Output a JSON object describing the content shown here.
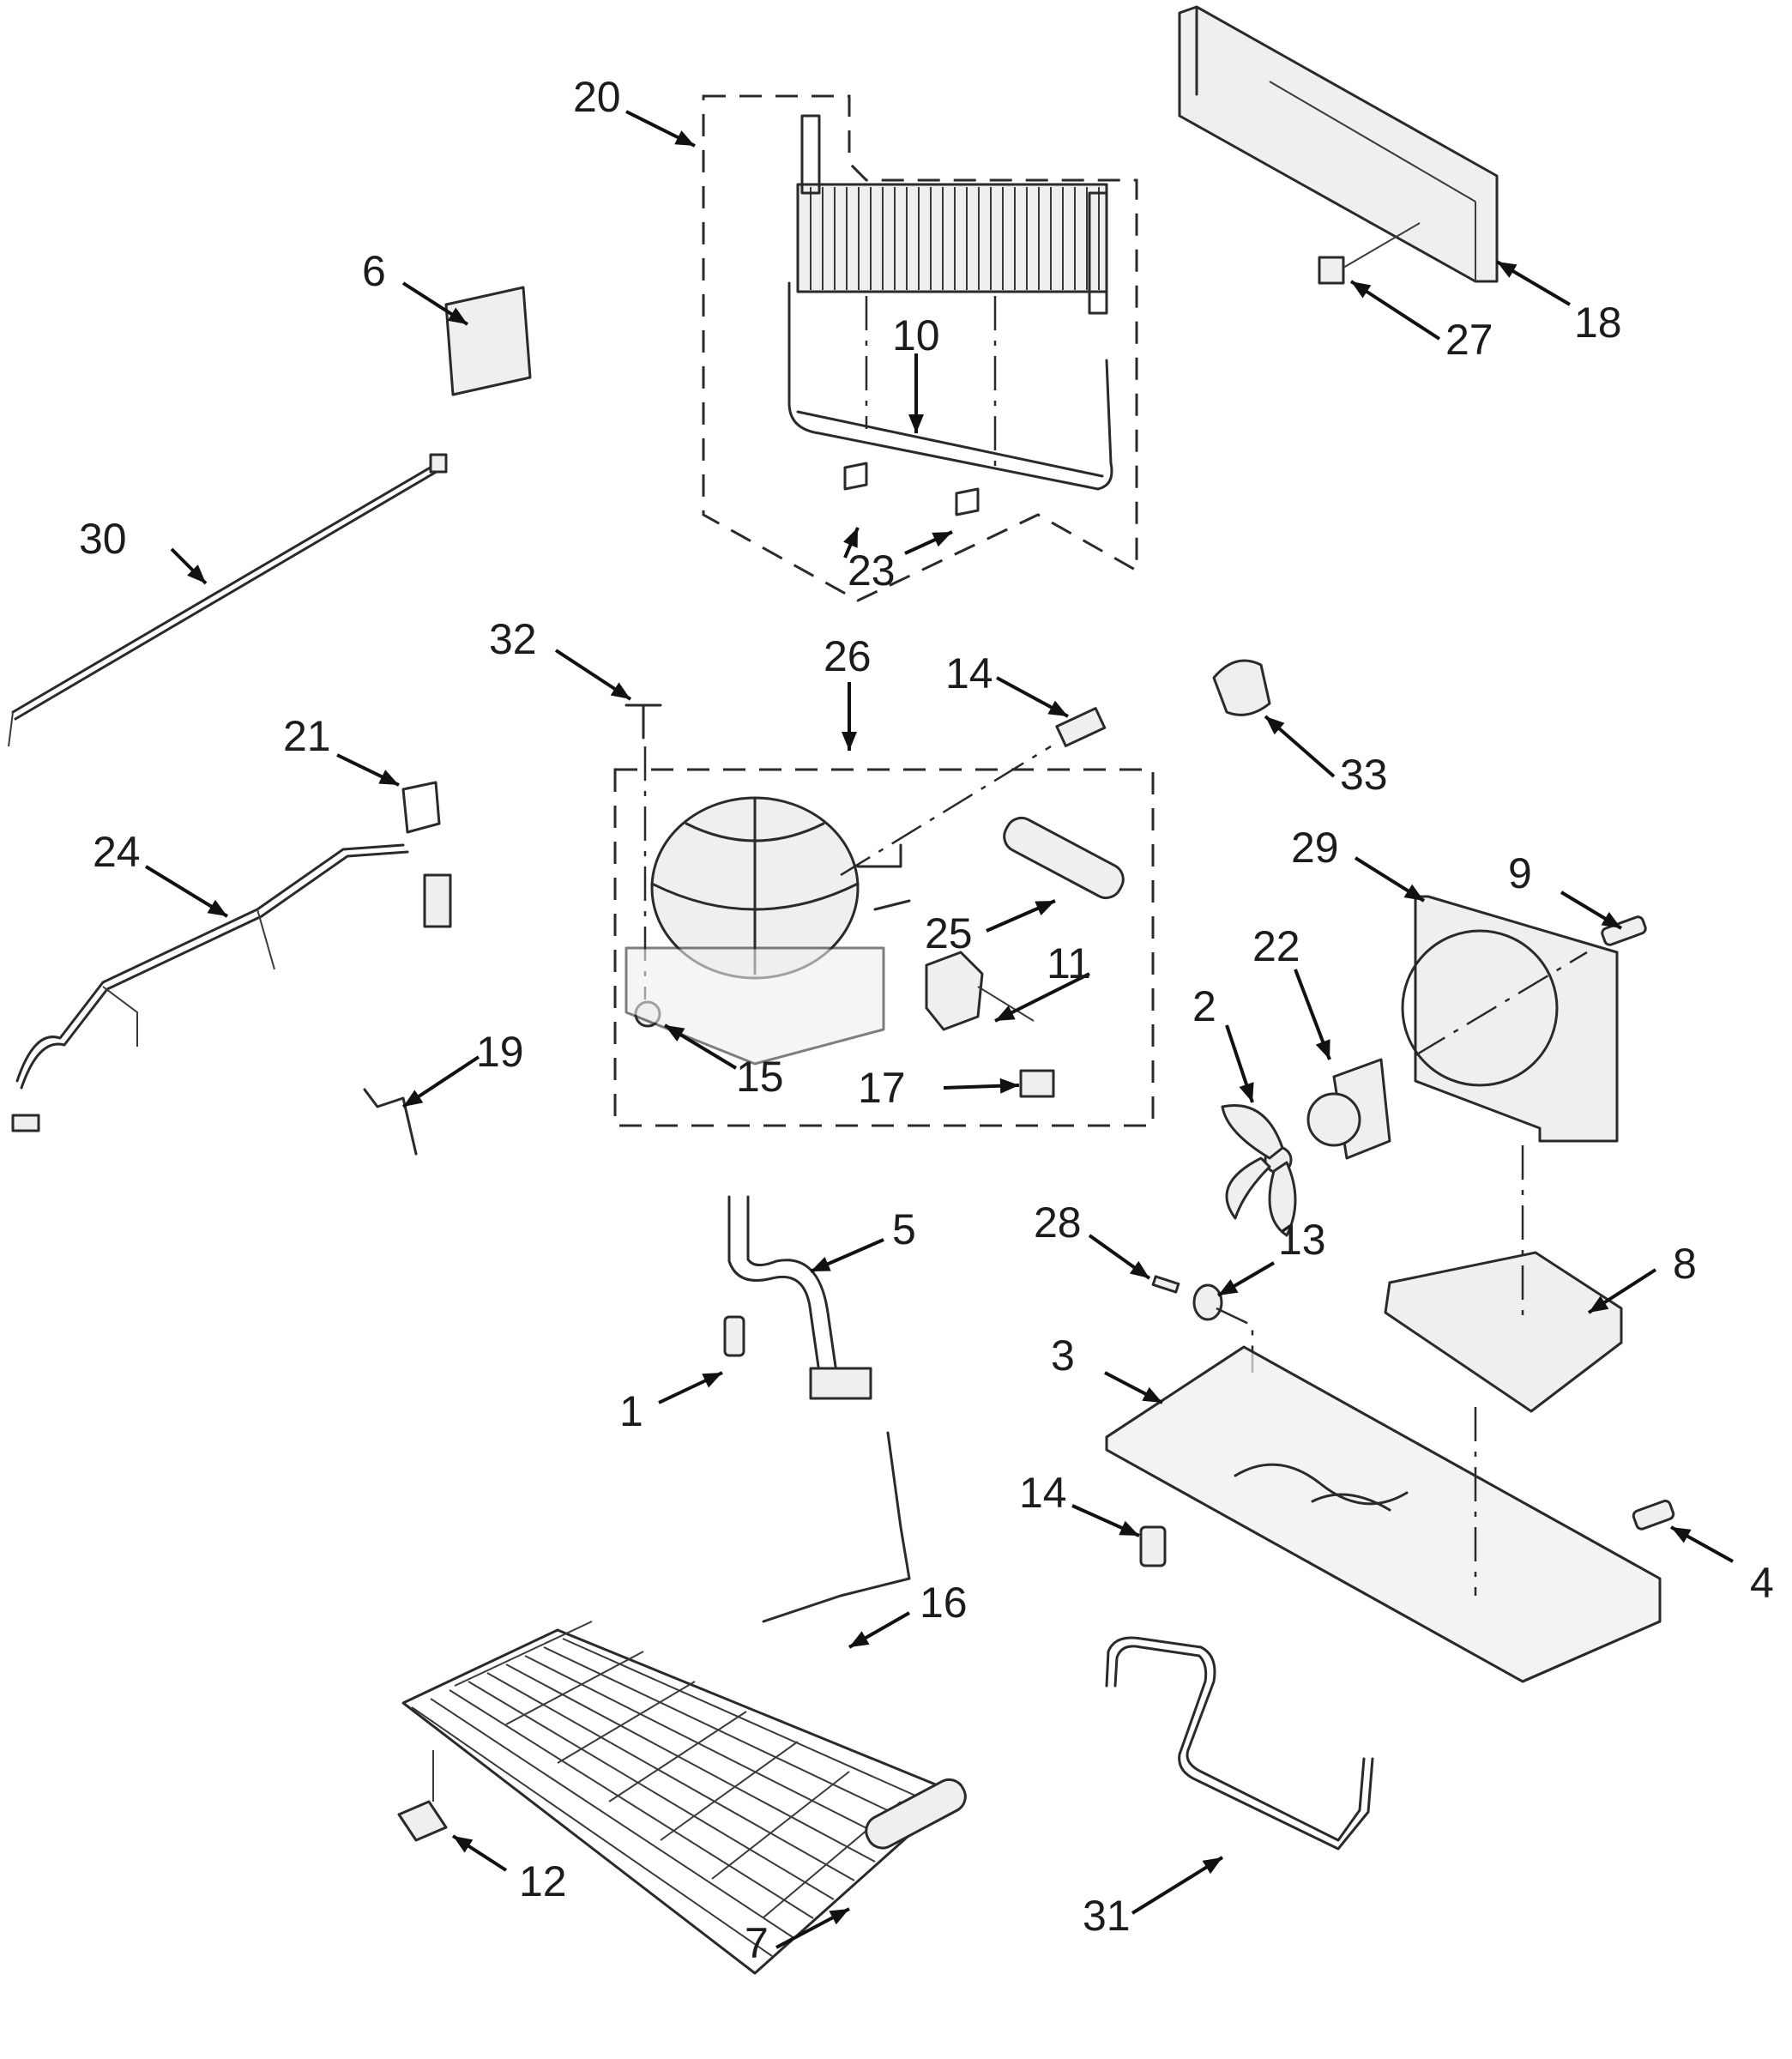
{
  "diagram": {
    "title": "",
    "background": "#ffffff",
    "line_color": "#2a2a2a",
    "callouts": [
      "20",
      "6",
      "18",
      "27",
      "10",
      "30",
      "23",
      "32",
      "26",
      "14",
      "33",
      "21",
      "24",
      "25",
      "11",
      "29",
      "9",
      "22",
      "2",
      "19",
      "15",
      "17",
      "5",
      "28",
      "13",
      "8",
      "3",
      "1",
      "14",
      "4",
      "16",
      "12",
      "7",
      "31"
    ]
  }
}
